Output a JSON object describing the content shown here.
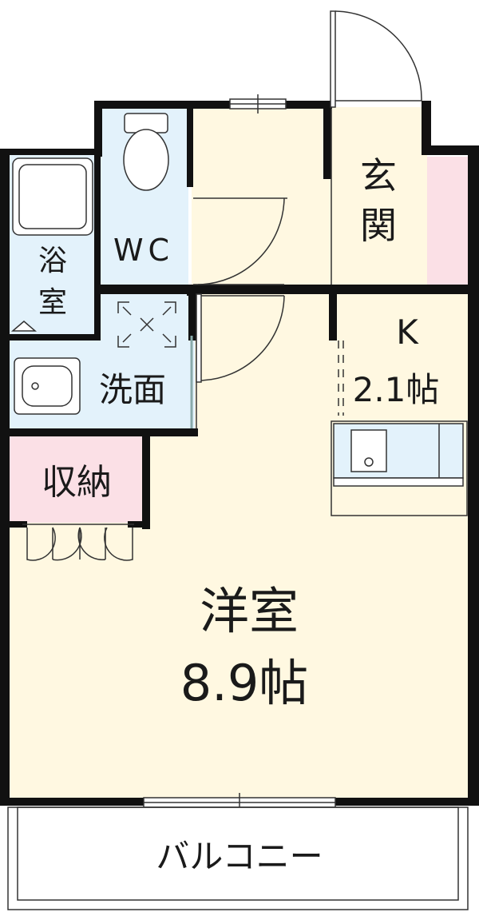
{
  "colors": {
    "wall": "#111111",
    "floor_cream": "#fff8e1",
    "wet_blue": "#e3f2fb",
    "storage_pink": "#fbe0e6",
    "fixture_line": "#333333",
    "balcony_fill": "#ffffff"
  },
  "rooms": {
    "bath": {
      "line1": "浴",
      "line2": "室"
    },
    "wc": {
      "label": "WC"
    },
    "entrance": {
      "line1": "玄",
      "line2": "関"
    },
    "kitchen": {
      "line1": "K",
      "line2": "2.1帖"
    },
    "washroom": {
      "label": "洗面"
    },
    "storage": {
      "label": "収納"
    },
    "western": {
      "line1": "洋室",
      "line2": "8.9帖"
    },
    "balcony": {
      "label": "バルコニー"
    }
  },
  "icons": [
    "bathtub-icon",
    "toilet-icon",
    "washbasin-icon",
    "washing-machine-space-icon",
    "kitchen-sink-icon",
    "door-swing-icon",
    "sliding-window-icon"
  ]
}
